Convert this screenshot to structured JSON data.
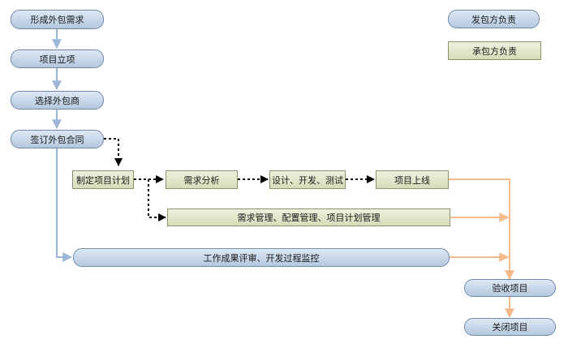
{
  "legend": {
    "client": {
      "label": "发包方负责",
      "color": "#b4c8de"
    },
    "vendor": {
      "label": "承包方负责",
      "color": "#d6ddb8"
    }
  },
  "nodes": {
    "form_requirement": "形成外包需求",
    "project_approval": "项目立项",
    "select_vendor": "选择外包商",
    "sign_contract": "签订外包合同",
    "make_plan": "制定项目计划",
    "requirement_analysis": "需求分析",
    "design_dev_test": "设计、开发、测试",
    "go_live": "项目上线",
    "management": "需求管理、配置管理、项目计划管理",
    "review_monitor": "工作成果评审、开发过程监控",
    "acceptance": "验收项目",
    "close": "关闭项目"
  },
  "colors": {
    "blue_arrow": "#9bb7d8",
    "orange_arrow": "#f5b98a",
    "dashed_arrow": "#000000"
  }
}
